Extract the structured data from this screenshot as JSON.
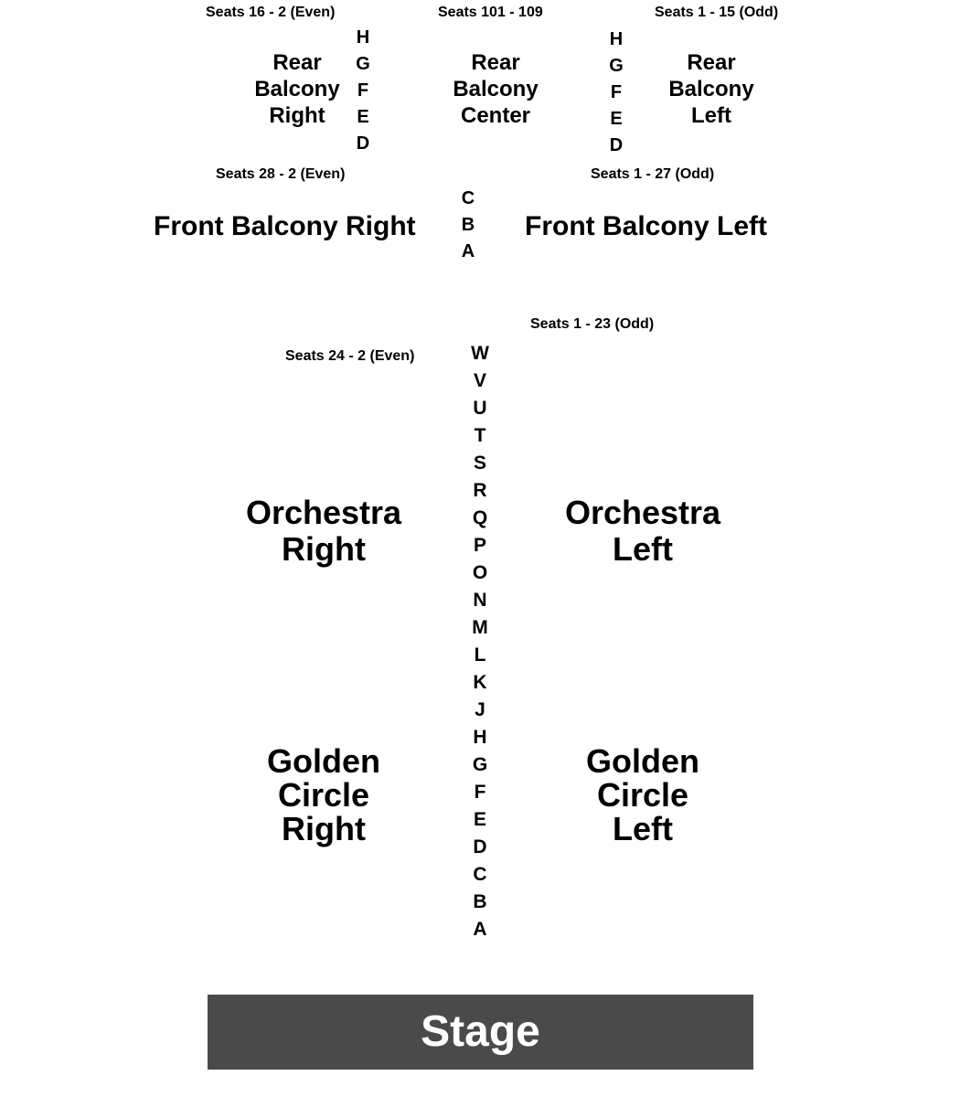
{
  "seat_ranges": {
    "rear_right": "Seats 16 - 2 (Even)",
    "rear_center": "Seats 101 - 109",
    "rear_left": "Seats 1 - 15 (Odd)",
    "front_right": "Seats 28 - 2 (Even)",
    "front_left": "Seats 1 - 27 (Odd)",
    "orchestra_right": "Seats 24 - 2 (Even)",
    "orchestra_left": "Seats 1 - 23 (Odd)"
  },
  "sections": {
    "rear_balcony_right": [
      "Rear",
      "Balcony",
      "Right"
    ],
    "rear_balcony_center": [
      "Rear",
      "Balcony",
      "Center"
    ],
    "rear_balcony_left": [
      "Rear",
      "Balcony",
      "Left"
    ],
    "front_balcony_right": "Front Balcony Right",
    "front_balcony_left": "Front Balcony Left",
    "orchestra_right": [
      "Orchestra",
      "Right"
    ],
    "orchestra_left": [
      "Orchestra",
      "Left"
    ],
    "golden_circle_right": [
      "Golden",
      "Circle",
      "Right"
    ],
    "golden_circle_left": [
      "Golden",
      "Circle",
      "Left"
    ]
  },
  "rows": {
    "rear_right": [
      "H",
      "G",
      "F",
      "E",
      "D"
    ],
    "rear_left": [
      "H",
      "G",
      "F",
      "E",
      "D"
    ],
    "front_balcony": [
      "C",
      "B",
      "A"
    ],
    "orchestra": [
      "W",
      "V",
      "U",
      "T",
      "S",
      "R",
      "Q",
      "P",
      "O",
      "N",
      "M",
      "L",
      "K",
      "J",
      "H",
      "G",
      "F",
      "E",
      "D",
      "C",
      "B",
      "A"
    ]
  },
  "stage": "Stage",
  "colors": {
    "stage_bg": "#4a4a4a",
    "stage_text": "#ffffff",
    "text": "#000000"
  }
}
